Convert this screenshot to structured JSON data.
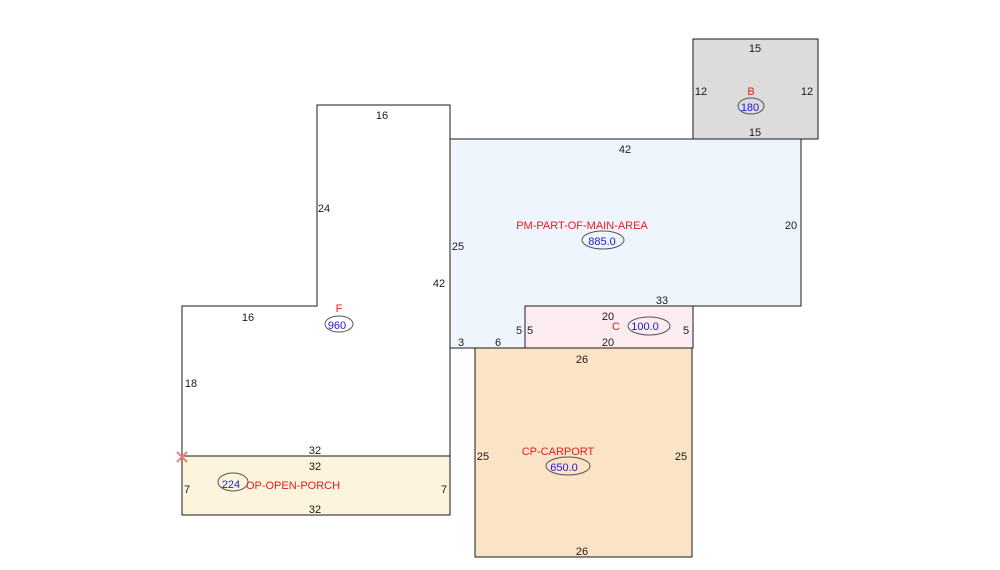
{
  "colors": {
    "label_red": "#e02020",
    "area_blue": "#1a1ad0",
    "outline": "#1a1a1a",
    "fill_B": "#dcdcdc",
    "fill_PM": "#eef5fd",
    "fill_C": "#fcecf0",
    "fill_CP": "#fbe3c6",
    "fill_OP": "#fdf4de",
    "fill_F": "#ffffff",
    "start_marker": "#f08080"
  },
  "areas": {
    "F": {
      "name": "F",
      "area": "960"
    },
    "B": {
      "name": "B",
      "area": "180"
    },
    "PM": {
      "name": "PM-PART-OF-MAIN-AREA",
      "area": "885.0"
    },
    "C": {
      "name": "C",
      "area": "100.0"
    },
    "CP": {
      "name": "CP-CARPORT",
      "area": "650.0"
    },
    "OP": {
      "name": "OP-OPEN-PORCH",
      "area": "224"
    }
  },
  "dims": {
    "B_top": "15",
    "B_left": "12",
    "B_right": "12",
    "B_bottom": "15",
    "PM_top": "42",
    "PM_right": "20",
    "PM_left": "25",
    "PM_bottom": "33",
    "PM_step_left": "5",
    "PM_bottom_3": "3",
    "PM_bottom_6": "6",
    "F_top": "16",
    "F_left_upper": "24",
    "F_right": "42",
    "F_step": "16",
    "F_left_lower": "18",
    "F_bottom": "32",
    "C_top": "20",
    "C_bottom": "20",
    "C_left": "5",
    "C_right": "5",
    "CP_top": "26",
    "CP_left": "25",
    "CP_right": "25",
    "CP_bottom": "26",
    "OP_top": "32",
    "OP_left": "7",
    "OP_right": "7",
    "OP_bottom": "32"
  }
}
